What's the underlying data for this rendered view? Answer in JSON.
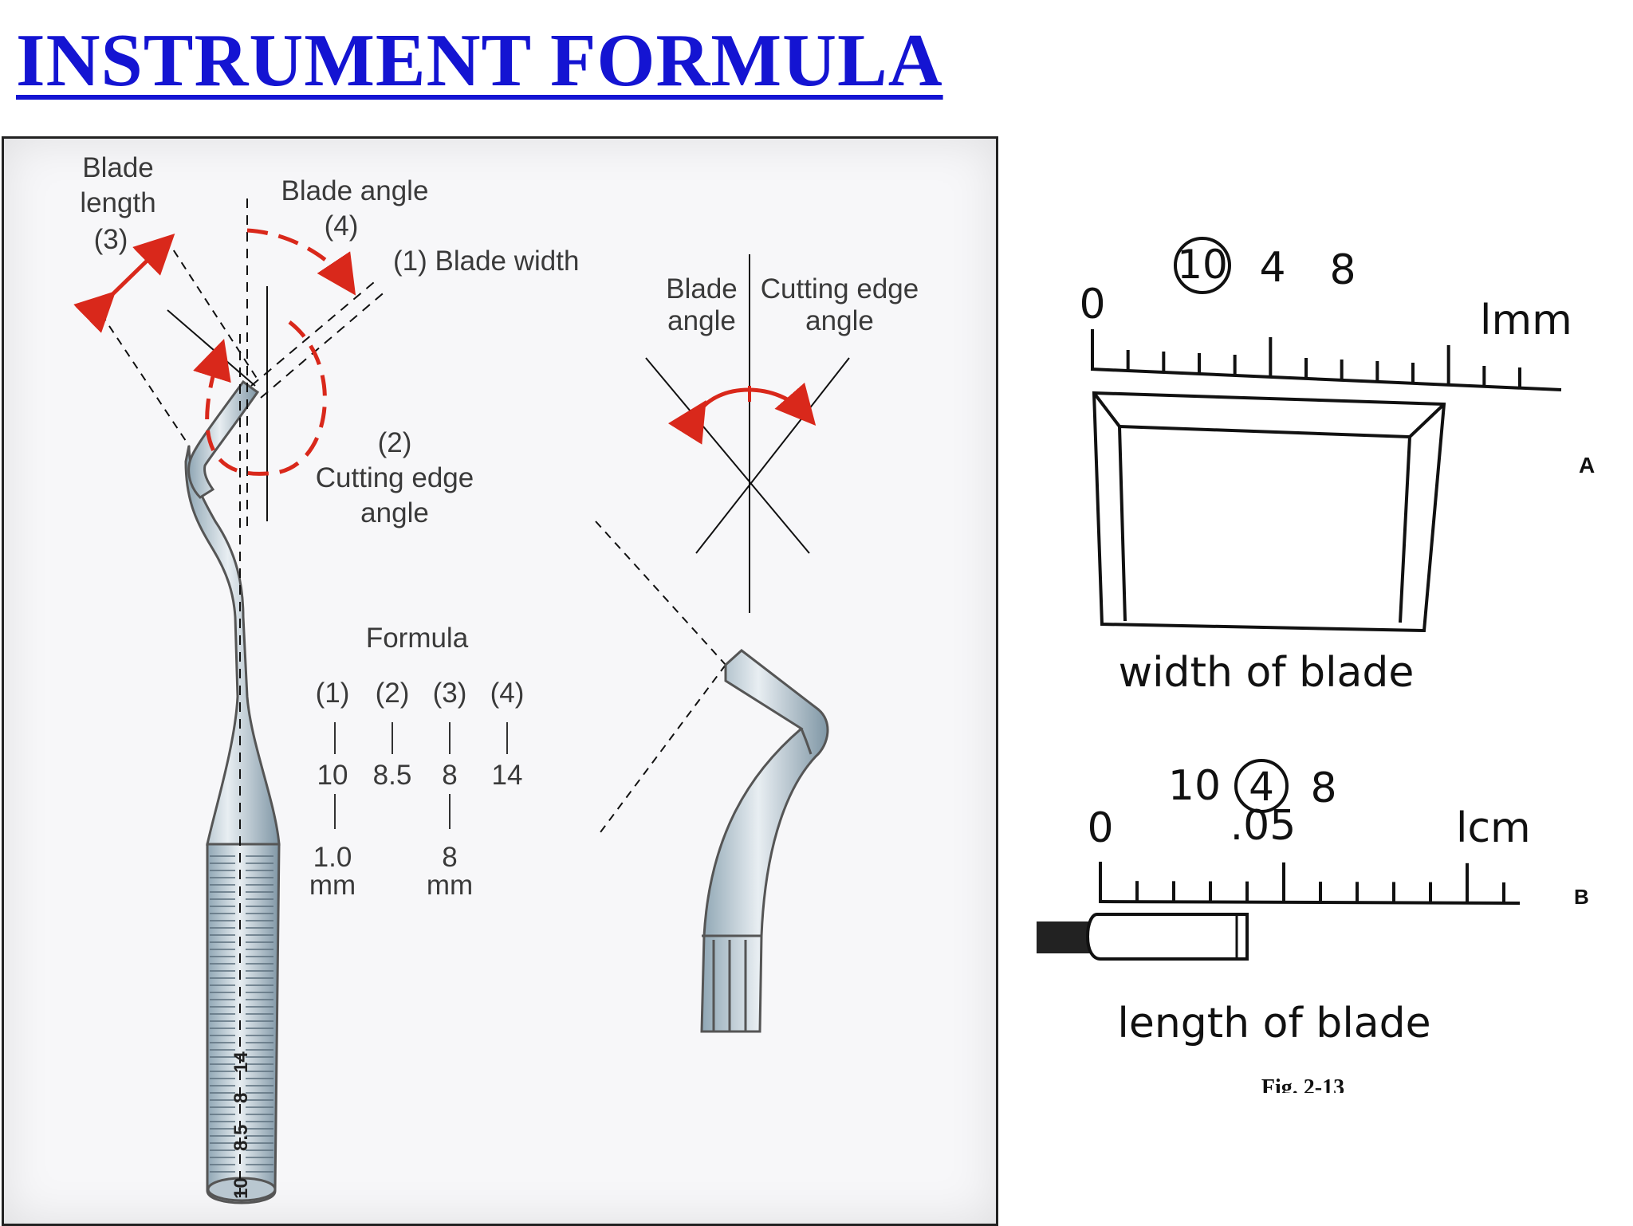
{
  "title": "INSTRUMENT FORMULA",
  "colors": {
    "title": "#1414d2",
    "arrows": "#d9281b"
  },
  "left_diagram": {
    "blade_length_label": [
      "Blade",
      "length",
      "(3)"
    ],
    "blade_angle_label": [
      "Blade angle",
      "(4)"
    ],
    "blade_width_label": "(1) Blade width",
    "cutting_edge_label": [
      "(2)",
      "Cutting edge",
      "angle"
    ],
    "blade_angle_small": [
      "Blade",
      "angle"
    ],
    "cutting_edge_small": [
      "Cutting edge",
      "angle"
    ],
    "formula": {
      "heading": "Formula",
      "columns": [
        {
          "index": "(1)",
          "value": "10",
          "measure": [
            "1.0",
            "mm"
          ]
        },
        {
          "index": "(2)",
          "value": "8.5",
          "measure": []
        },
        {
          "index": "(3)",
          "value": "8",
          "measure": [
            "8",
            "mm"
          ]
        },
        {
          "index": "(4)",
          "value": "14",
          "measure": []
        }
      ]
    },
    "handle_engraving": [
      "10",
      "8.5",
      "8",
      "14"
    ]
  },
  "right_diagram": {
    "fig_a": {
      "formula": {
        "circled": "10",
        "rest": [
          "4",
          "8"
        ]
      },
      "ruler_start": "0",
      "ruler_end": "lmm",
      "caption": "width of blade",
      "letter": "A"
    },
    "fig_b": {
      "formula": {
        "first": "10",
        "circled": "4",
        "last": "8"
      },
      "ruler_start": "0",
      "ruler_mid": ".05",
      "ruler_end": "lcm",
      "caption": "length of blade",
      "letter": "B"
    },
    "figure_label": "Fig. 2-13"
  }
}
